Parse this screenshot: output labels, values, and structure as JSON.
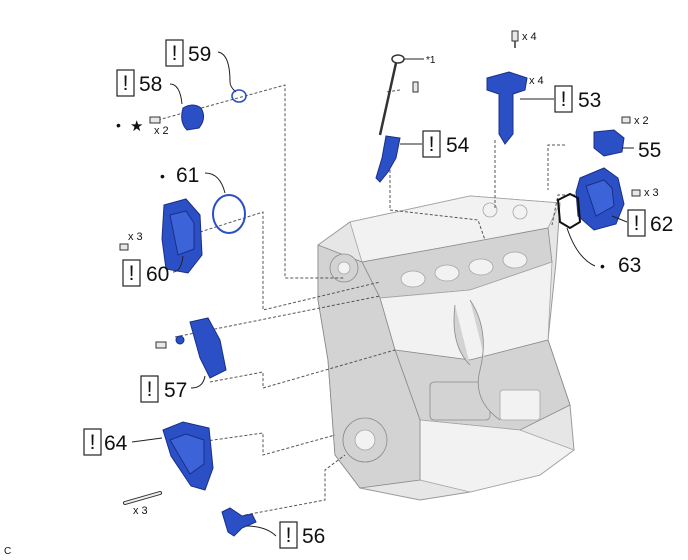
{
  "figure_code": "C",
  "caution_mark": "!",
  "star_mark": "★",
  "dot_mark": "•",
  "parts": {
    "p59": {
      "number": "59"
    },
    "p58": {
      "number": "58",
      "qty": "x 2"
    },
    "p61": {
      "number": "61"
    },
    "p60": {
      "number": "60",
      "qty": "x 3"
    },
    "p57": {
      "number": "57"
    },
    "p64": {
      "number": "64",
      "qty": "x 3"
    },
    "p56": {
      "number": "56"
    },
    "p54": {
      "number": "54",
      "note": "*1"
    },
    "p53": {
      "number": "53",
      "qty_bolt": "x 4",
      "qty_coil": "x 4"
    },
    "p55": {
      "number": "55",
      "qty": "x 2"
    },
    "p62": {
      "number": "62",
      "qty": "x 3"
    },
    "p63": {
      "number": "63"
    }
  },
  "colors": {
    "part_blue": "#2b4fc4",
    "engine_gray": "#e6e6e6",
    "line": "#555555"
  }
}
